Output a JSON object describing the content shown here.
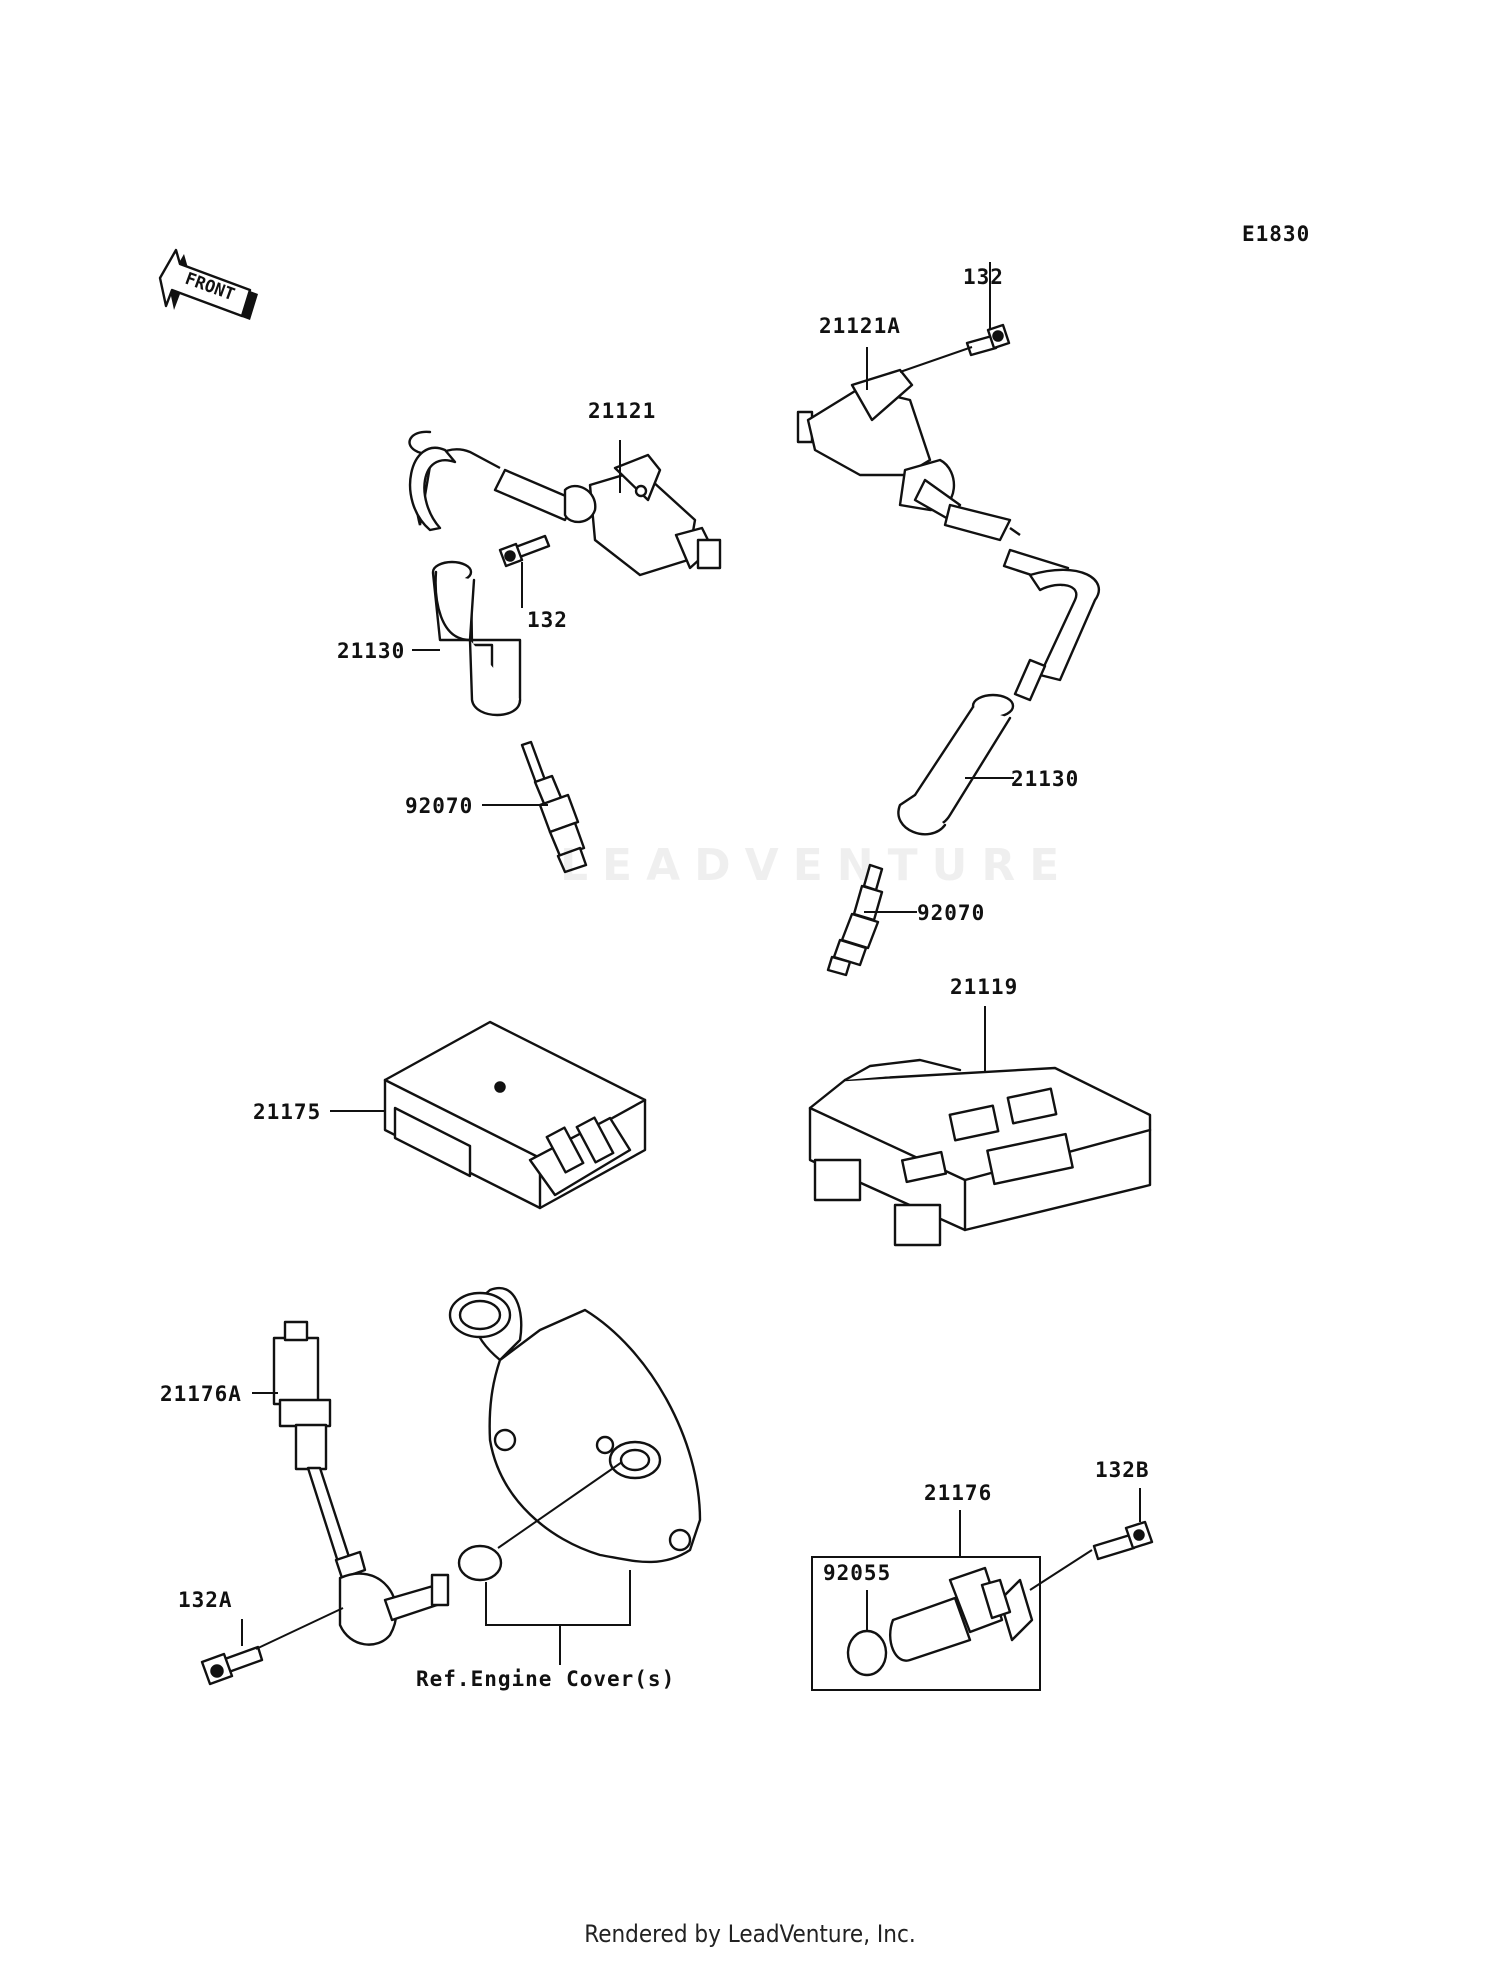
{
  "diagram_code": "E1830",
  "front_indicator": "FRONT",
  "callouts": {
    "bolt_top_right": "132",
    "coil_right": "21121A",
    "coil_left": "21121",
    "bolt_left": "132",
    "cap_left": "21130",
    "cap_right": "21130",
    "plug_left": "92070",
    "plug_right": "92070",
    "ecu": "21119",
    "module": "21175",
    "sensor_a": "21176A",
    "bolt_a": "132A",
    "bolt_b": "132B",
    "sensor_kit": "21176",
    "oring": "92055",
    "engine_cover_ref": "Ref.Engine Cover(s)"
  },
  "watermark": "LEADVENTURE",
  "footer": "Rendered by LeadVenture, Inc."
}
